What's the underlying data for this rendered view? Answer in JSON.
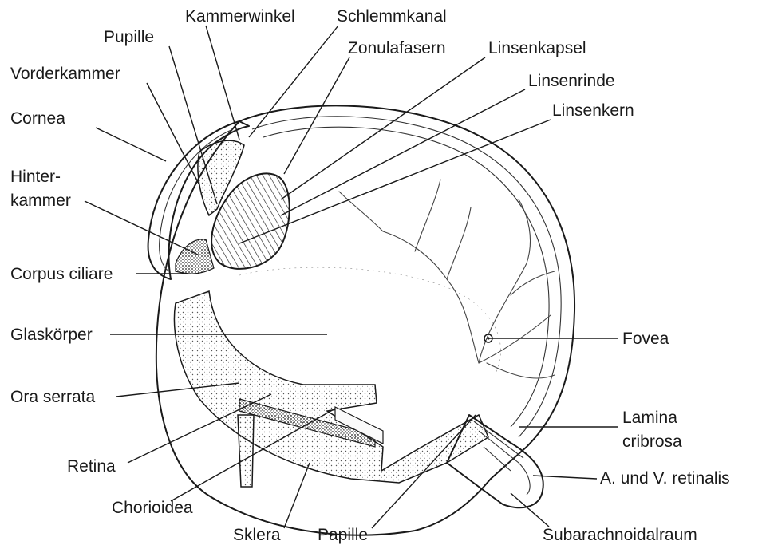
{
  "labels": {
    "kammerwinkel": "Kammerwinkel",
    "schlemmkanal": "Schlemmkanal",
    "pupille": "Pupille",
    "zonulafasern": "Zonulafasern",
    "linsenkapsel": "Linsenkapsel",
    "vorderkammer": "Vorderkammer",
    "linsenrinde": "Linsenrinde",
    "cornea": "Cornea",
    "linsenkern": "Linsenkern",
    "hinterkammer_1": "Hinter-",
    "hinterkammer_2": "kammer",
    "corpus_ciliare": "Corpus ciliare",
    "glaskoerper": "Glaskörper",
    "fovea": "Fovea",
    "ora_serrata": "Ora serrata",
    "lamina_cribrosa_1": "Lamina",
    "lamina_cribrosa_2": "cribrosa",
    "retina": "Retina",
    "a_v_retinalis": "A. und V. retinalis",
    "chorioidea": "Chorioidea",
    "sklera": "Sklera",
    "papille": "Papille",
    "subarachnoidalraum": "Subarachnoidalraum"
  }
}
